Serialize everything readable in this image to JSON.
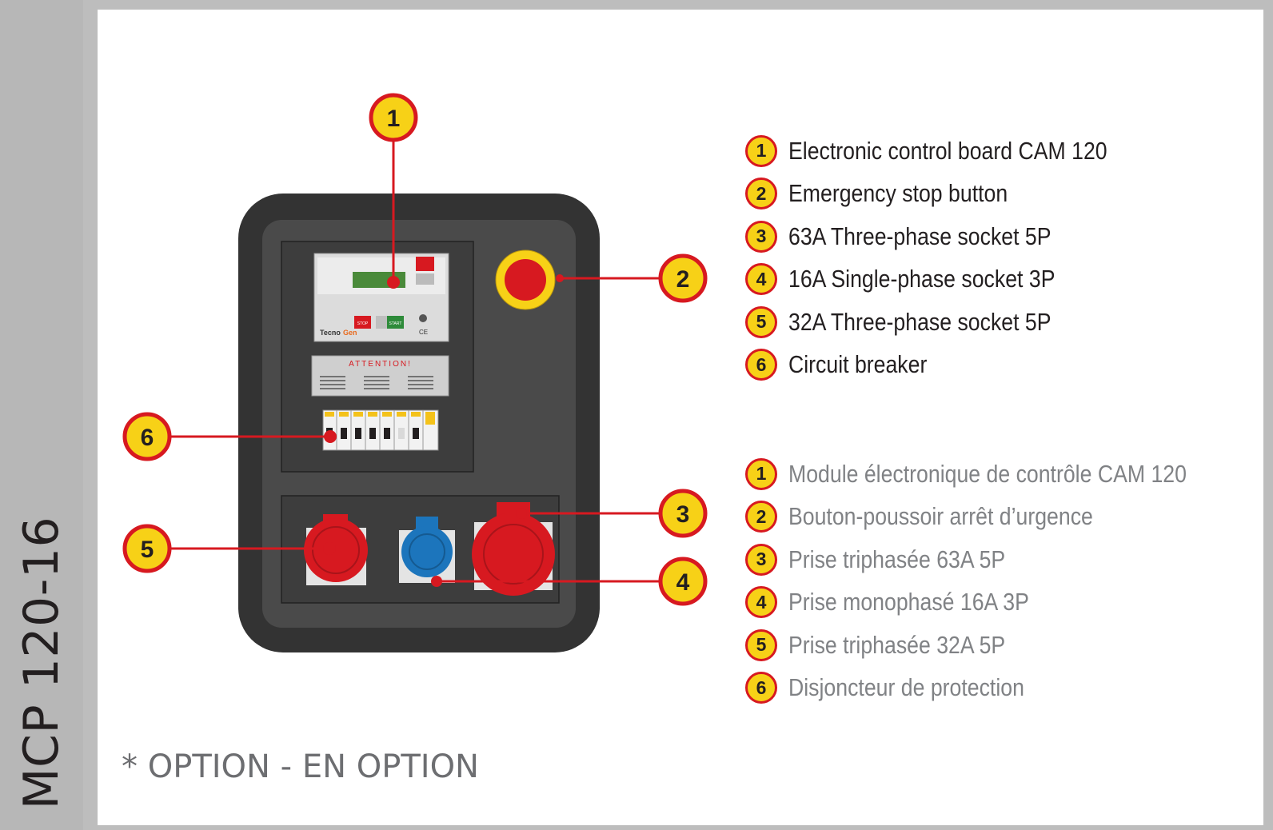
{
  "product_title": "MCP 120-16",
  "option_note": "* OPTION - EN OPTION",
  "control_board": {
    "brand": "Tecno",
    "brand_suffix": "Gen",
    "stop_label": "STOP",
    "start_label": "START",
    "ce_mark": "CE"
  },
  "warning_plate": {
    "label": "ATTENTION!"
  },
  "callouts": [
    "1",
    "2",
    "3",
    "4",
    "5",
    "6"
  ],
  "legend_en": [
    {
      "num": "1",
      "label": "Electronic control board CAM 120"
    },
    {
      "num": "2",
      "label": "Emergency stop button"
    },
    {
      "num": "3",
      "label": "63A Three-phase socket 5P"
    },
    {
      "num": "4",
      "label": "16A Single-phase socket 3P"
    },
    {
      "num": "5",
      "label": "32A Three-phase socket 5P"
    },
    {
      "num": "6",
      "label": "Circuit breaker"
    }
  ],
  "legend_fr": [
    {
      "num": "1",
      "label": "Module électronique de contrôle CAM 120"
    },
    {
      "num": "2",
      "label": "Bouton-poussoir arrêt d’urgence"
    },
    {
      "num": "3",
      "label": "Prise triphasée 63A 5P"
    },
    {
      "num": "4",
      "label": "Prise monophasé 16A 3P"
    },
    {
      "num": "5",
      "label": "Prise triphasée 32A 5P"
    },
    {
      "num": "6",
      "label": "Disjoncteur de protection"
    }
  ],
  "colors": {
    "callout_fill": "#f7d117",
    "callout_ring": "#d71920",
    "leader_line": "#d71920",
    "cabinet_outer": "#333333",
    "cabinet_inner": "#4a4a4a",
    "socket_red": "#d71920",
    "socket_blue": "#1c75bc"
  }
}
